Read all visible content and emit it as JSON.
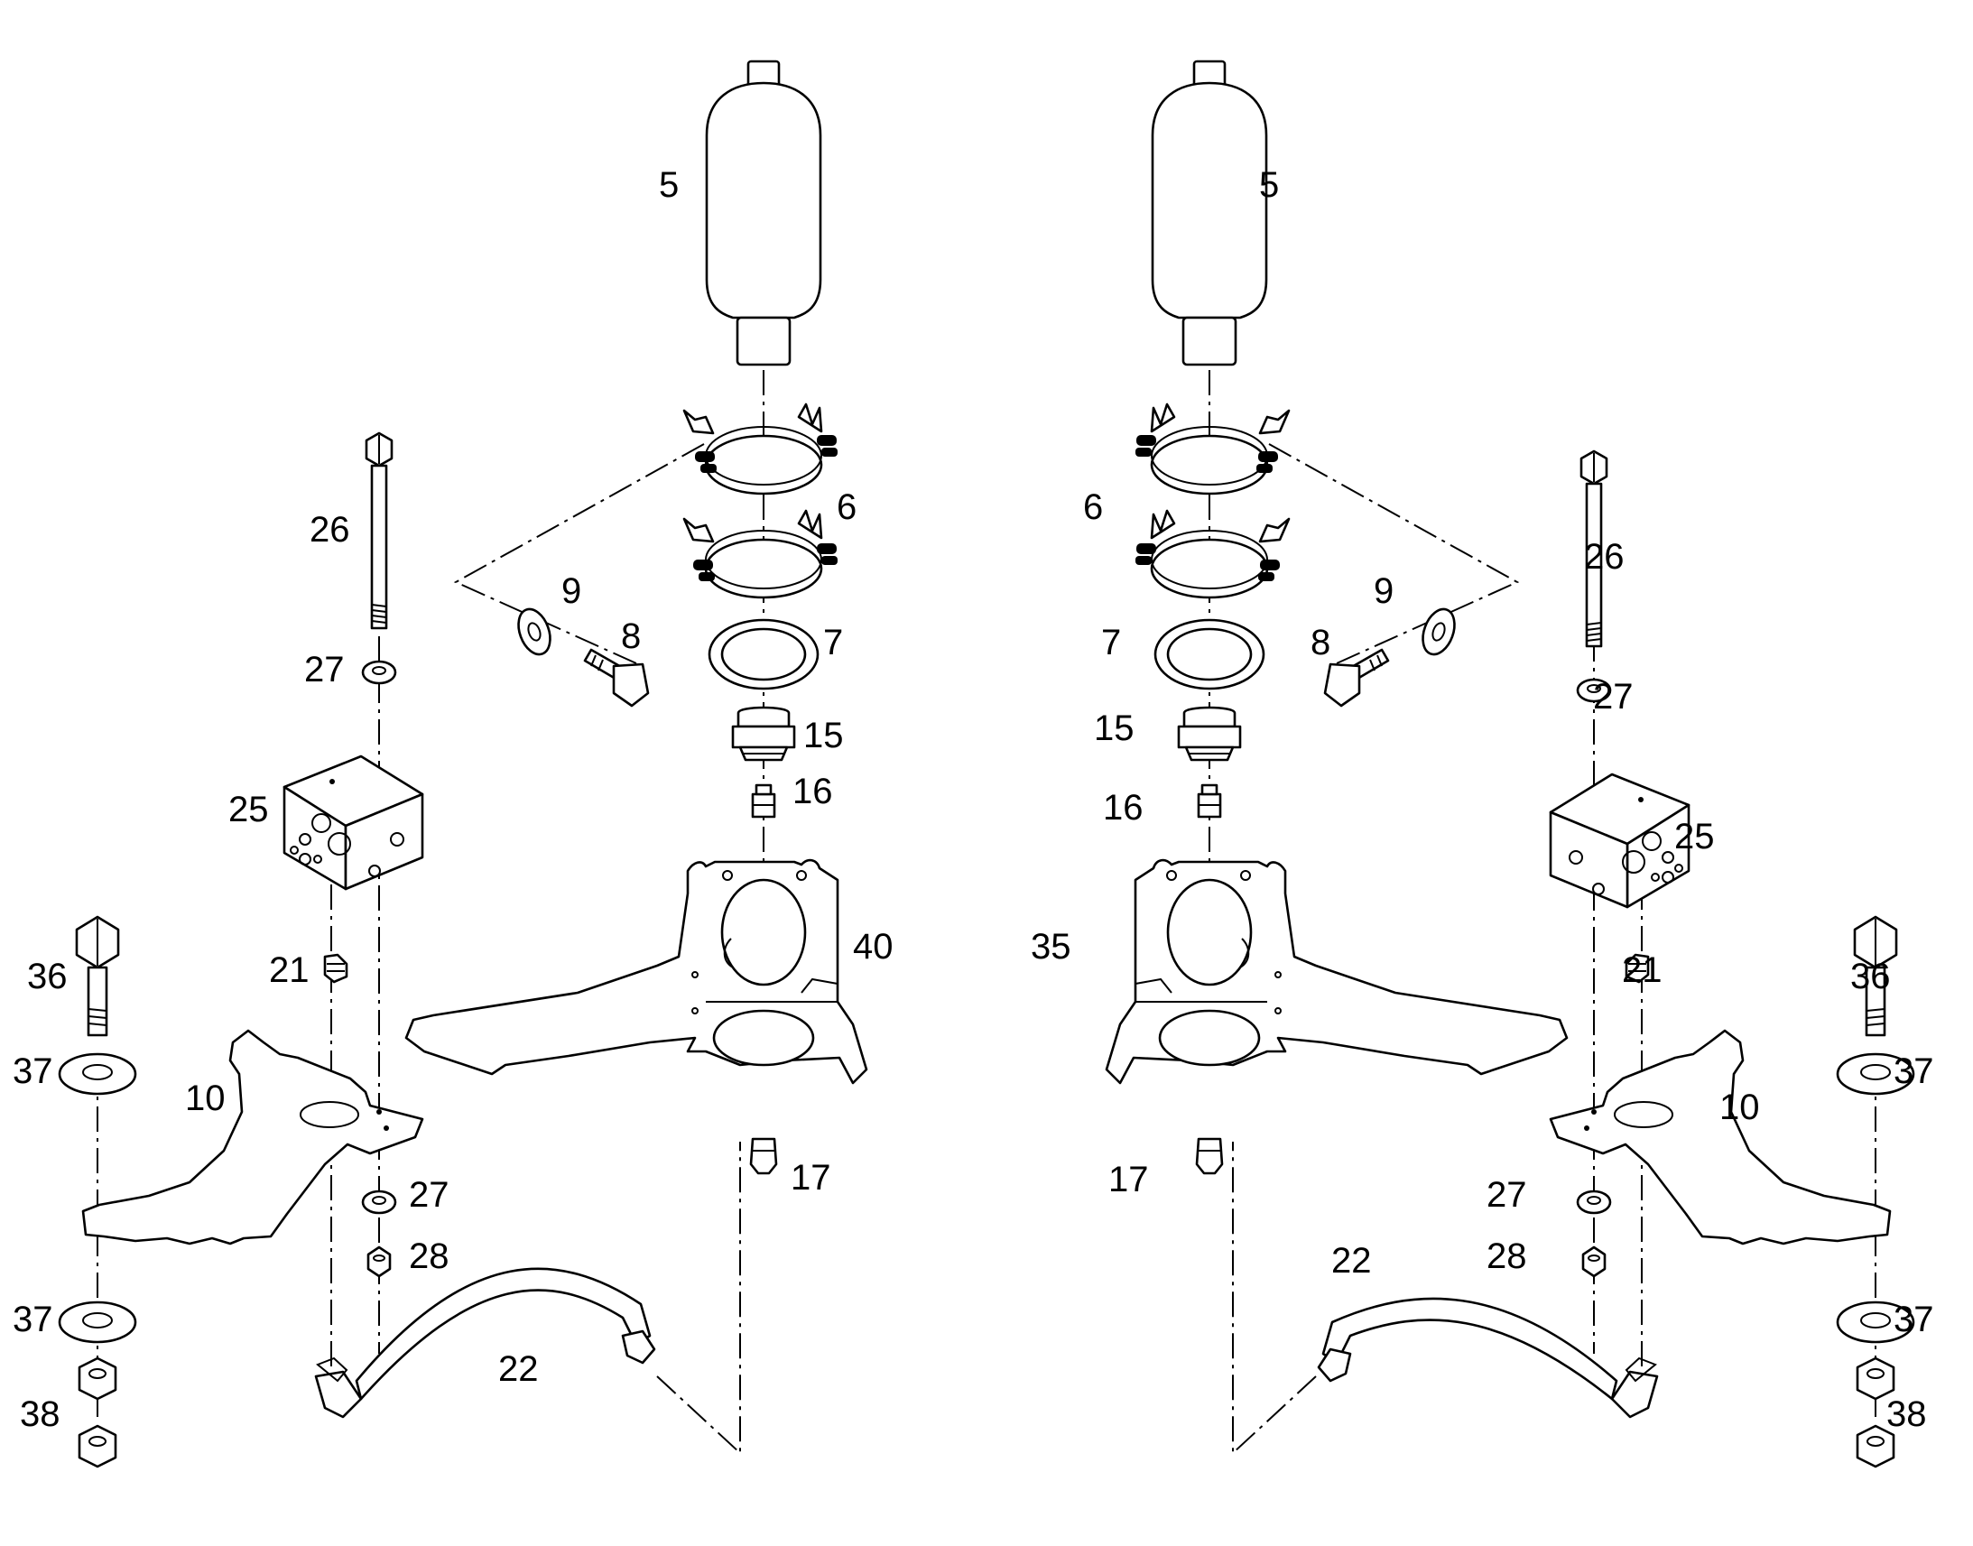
{
  "callouts": {
    "left_accumulator": "5",
    "right_accumulator": "5",
    "left_clamp": "6",
    "right_clamp": "6",
    "left_ring": "7",
    "right_ring": "7",
    "left_bolt": "8",
    "right_bolt": "8",
    "left_washer_9": "9",
    "right_washer_9": "9",
    "left_adapter": "15",
    "right_adapter": "15",
    "left_fitting_16": "16",
    "right_fitting_16": "16",
    "left_fitting_17": "17",
    "right_fitting_17": "17",
    "left_bracket": "40",
    "right_bracket": "35",
    "left_plate": "10",
    "right_plate": "10",
    "left_hose": "22",
    "right_hose": "22",
    "left_block": "25",
    "right_block": "25",
    "left_rod": "26",
    "right_rod": "26",
    "left_washer_27_top": "27",
    "right_washer_27_top": "27",
    "left_washer_27_bottom": "27",
    "right_washer_27_bottom": "27",
    "left_nut_28": "28",
    "right_nut_28": "28",
    "left_fitting_21": "21",
    "right_fitting_21": "21",
    "left_bolt_36": "36",
    "right_bolt_36": "36",
    "left_washer_37_top": "37",
    "right_washer_37_top": "37",
    "left_washer_37_bottom": "37",
    "right_washer_37_bottom": "37",
    "left_nut_38": "38",
    "right_nut_38": "38"
  }
}
